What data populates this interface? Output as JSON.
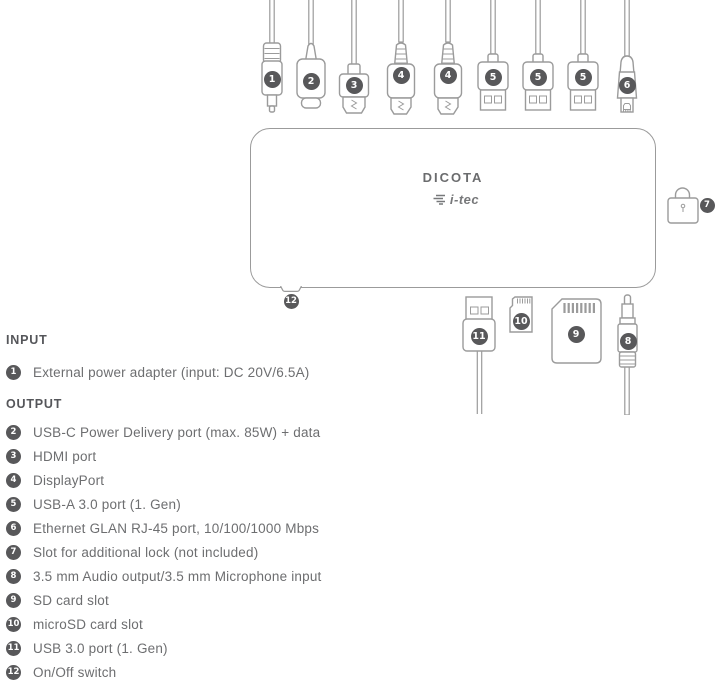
{
  "diagram": {
    "brand": "DICOTA",
    "sub_brand": "i-tec",
    "top_connectors": [
      {
        "name": "dc-power-plug",
        "badge": "1"
      },
      {
        "name": "usb-c-plug",
        "badge": "2"
      },
      {
        "name": "hdmi-plug",
        "badge": "3"
      },
      {
        "name": "displayport-plug",
        "badge": "4"
      },
      {
        "name": "displayport-plug",
        "badge": "4"
      },
      {
        "name": "usb-a-plug",
        "badge": "5"
      },
      {
        "name": "usb-a-plug",
        "badge": "5"
      },
      {
        "name": "usb-a-plug",
        "badge": "5"
      },
      {
        "name": "rj45-plug",
        "badge": "6"
      }
    ],
    "lock_badge": "7",
    "switch_badge": "12",
    "bottom_connectors": [
      {
        "name": "usb-a-plug-up",
        "badge": "11"
      },
      {
        "name": "microsd-card",
        "badge": "10"
      },
      {
        "name": "sd-card",
        "badge": "9"
      },
      {
        "name": "audio-jack-up",
        "badge": "8"
      }
    ]
  },
  "legend": {
    "input_heading": "INPUT",
    "input_items": [
      {
        "badge": "1",
        "text": "External power adapter (input: DC 20V/6.5A)"
      }
    ],
    "output_heading": "OUTPUT",
    "output_items": [
      {
        "badge": "2",
        "text": "USB-C Power Delivery port (max. 85W) + data"
      },
      {
        "badge": "3",
        "text": "HDMI port"
      },
      {
        "badge": "4",
        "text": "DisplayPort"
      },
      {
        "badge": "5",
        "text": "USB-A 3.0 port (1. Gen)"
      },
      {
        "badge": "6",
        "text": "Ethernet GLAN RJ-45 port, 10/100/1000 Mbps"
      },
      {
        "badge": "7",
        "text": "Slot for additional lock (not included)"
      },
      {
        "badge": "8",
        "text": "3.5 mm Audio output/3.5 mm Microphone input"
      },
      {
        "badge": "9",
        "text": "SD card slot"
      },
      {
        "badge": "10",
        "text": "microSD card slot"
      },
      {
        "badge": "11",
        "text": "USB 3.0 port (1. Gen)"
      },
      {
        "badge": "12",
        "text": "On/Off switch"
      }
    ]
  },
  "colors": {
    "outline": "#9b9b9b",
    "badge": "#58585a",
    "text": "#6d6e70"
  }
}
